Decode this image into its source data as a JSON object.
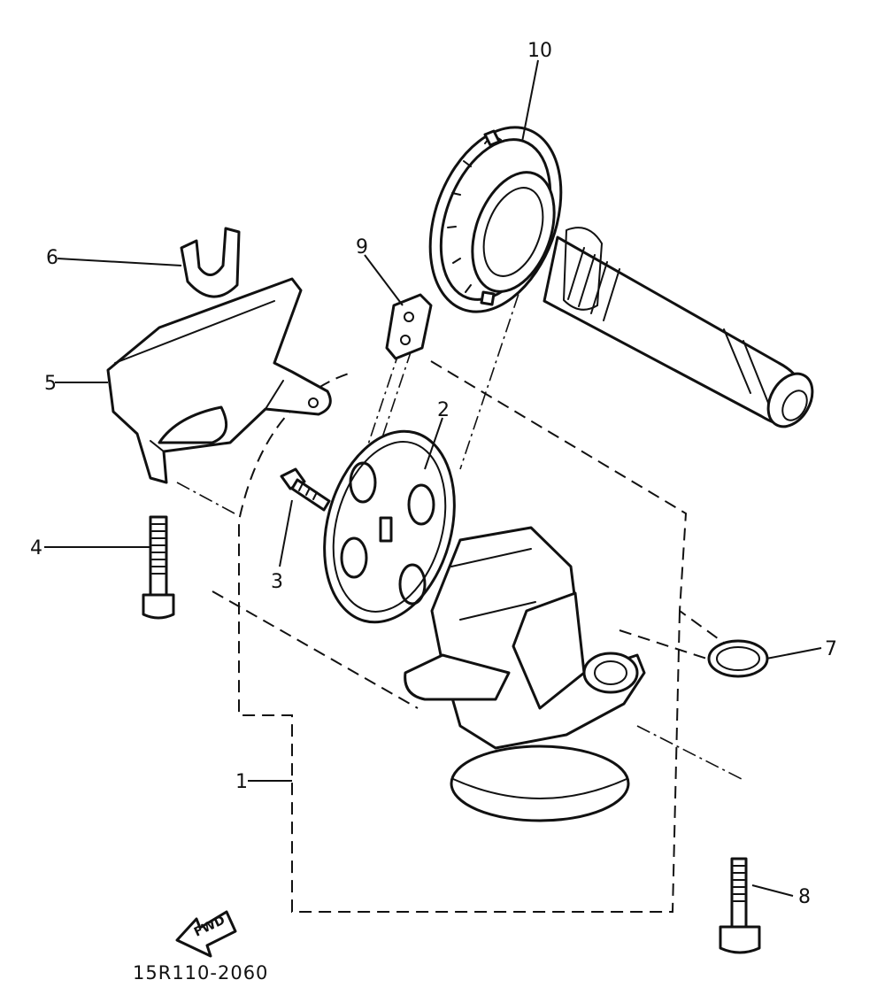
{
  "diagram": {
    "callouts": {
      "c1": "1",
      "c2": "2",
      "c3": "3",
      "c4": "4",
      "c5": "5",
      "c6": "6",
      "c7": "7",
      "c8": "8",
      "c9": "9",
      "c10": "10"
    },
    "fwd_arrow_text": "FWD",
    "drawing_code": "15R110-2060"
  }
}
